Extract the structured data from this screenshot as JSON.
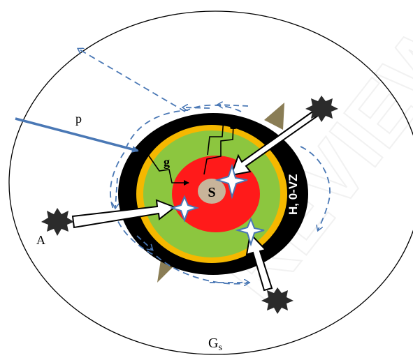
{
  "labels": {
    "p": "p",
    "g": "g",
    "s": "S",
    "h_ovz": "H, 0-VZ",
    "a": "A",
    "gs_main": "G",
    "gs_sub": "s",
    "watermark": "REVIEW"
  },
  "colors": {
    "outer_ring": "#000000",
    "orange_ring": "#f5b800",
    "green_zone": "#8cc63f",
    "red_core": "#ff1a1a",
    "center": "#c8b49a",
    "arrow_blue": "#4a78b5",
    "spike": "#8a7d55",
    "watermark": "#e8e8e8"
  }
}
